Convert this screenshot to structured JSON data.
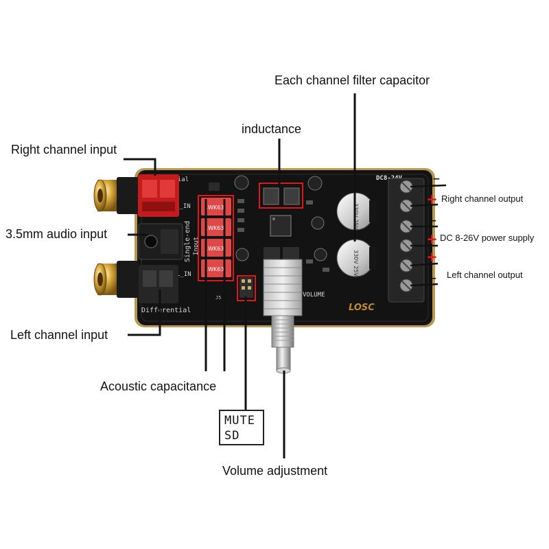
{
  "labels": {
    "filter_capacitor": "Each channel filter capacitor",
    "inductance": "inductance",
    "right_input": "Right channel input",
    "audio_35": "3.5mm audio input",
    "left_input": "Left channel input",
    "acoustic_cap": "Acoustic capacitance",
    "volume_adj": "Volume adjustment",
    "right_output": "Right channel output",
    "power_supply": "DC 8-26V power supply",
    "left_output": "Left channel output"
  },
  "mute_box": {
    "line1": "MUTE",
    "line2": "SD"
  },
  "polarity": {
    "plus": "+",
    "minus": "−"
  },
  "board_text": {
    "dc": "DC8-24V",
    "volume": "VOLUME",
    "differential": "Differential",
    "differential_top": "ntial",
    "single_end": "Single-end",
    "input": "Input",
    "r_in": "R_IN",
    "l_in": "L_IN",
    "brand": "LOSC",
    "cap_marking": "1WK63",
    "j5": "J5",
    "electrolytic": "330V 25V"
  },
  "colors": {
    "board": "#131313",
    "board_edge": "#b89a55",
    "highlight": "#e01818",
    "leader": "#111111"
  }
}
